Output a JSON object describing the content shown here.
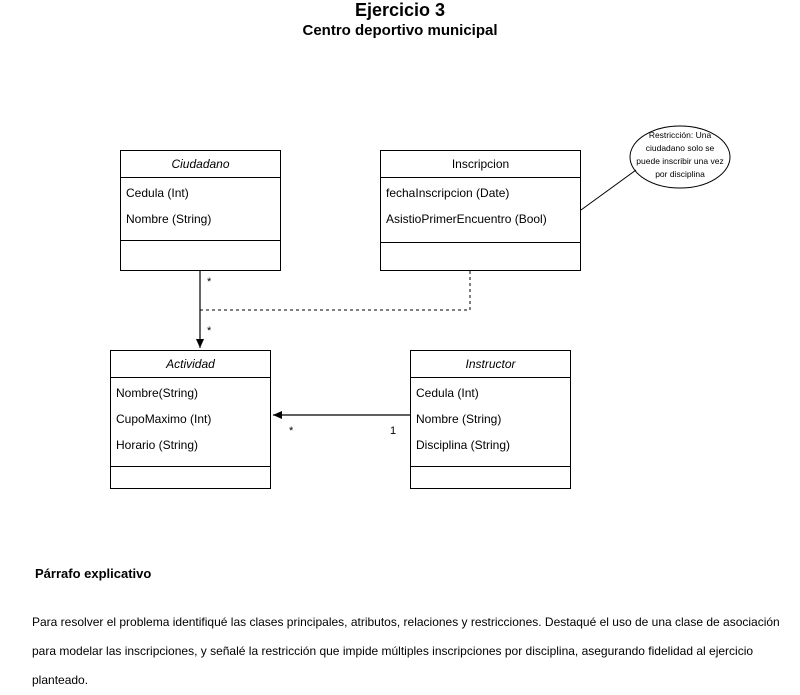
{
  "title": "Ejercicio 3",
  "subtitle": "Centro deportivo municipal",
  "classes": {
    "ciudadano": {
      "name": "Ciudadano",
      "attrs": [
        "Cedula (Int)",
        "Nombre (String)"
      ]
    },
    "inscripcion": {
      "name": "Inscripcion",
      "attrs": [
        "fechaInscripcion (Date)",
        "AsistioPrimerEncuentro (Bool)"
      ]
    },
    "actividad": {
      "name": "Actividad",
      "attrs": [
        "Nombre(String)",
        "CupoMaximo (Int)",
        "Horario (String)"
      ]
    },
    "instructor": {
      "name": "Instructor",
      "attrs": [
        "Cedula (Int)",
        "Nombre (String)",
        "Disciplina (String)"
      ]
    }
  },
  "note": {
    "lines": [
      "Restricción: Una",
      "ciudadano solo se",
      "puede inscribir una vez",
      "por disciplina"
    ]
  },
  "multiplicities": {
    "ciudadano_end": "*",
    "actividad_end_top": "*",
    "actividad_end_right": "*",
    "instructor_end": "1"
  },
  "paragraph": {
    "title": "Párrafo explicativo",
    "text": "Para resolver el problema identifiqué las clases principales, atributos, relaciones y restricciones. Destaqué el uso de una clase de asociación para modelar las inscripciones, y señalé la restricción que impide múltiples inscripciones por disciplina, asegurando fidelidad al ejercicio planteado."
  }
}
